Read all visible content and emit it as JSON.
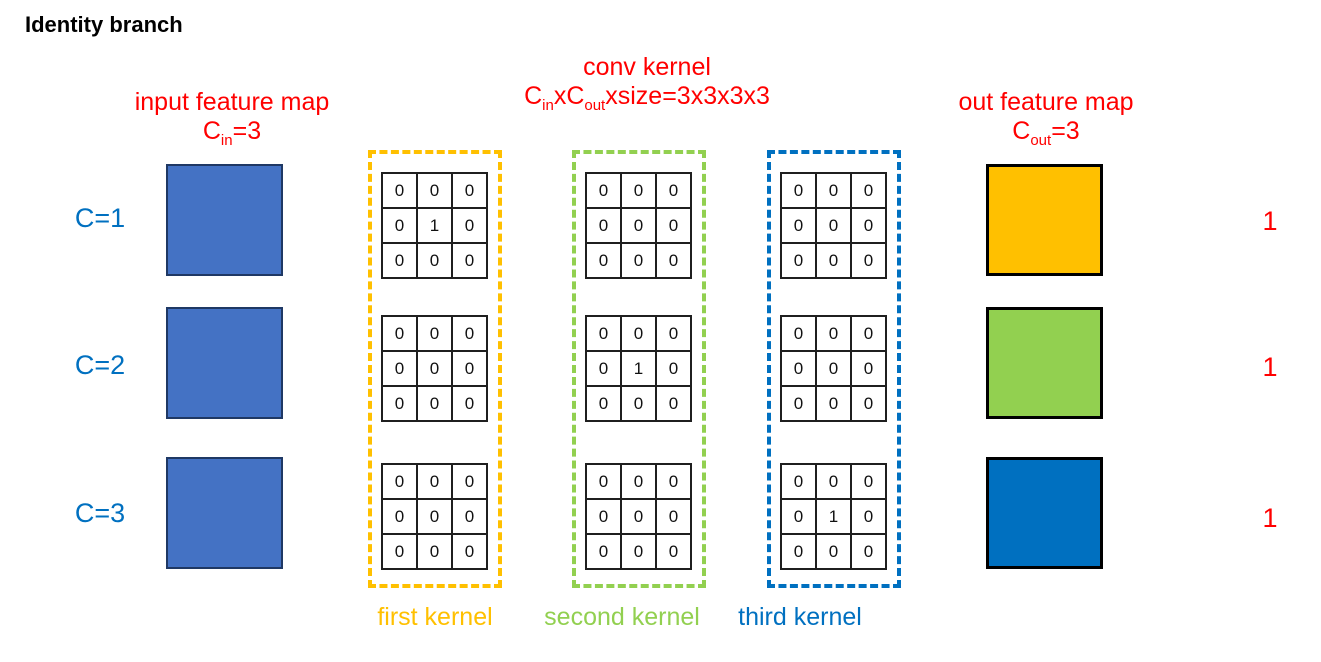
{
  "title": "Identity branch",
  "colors": {
    "red": "#FF0000",
    "channel_blue": "#0070C0",
    "input_fill": "#4472C4",
    "input_border": "#1F3864",
    "kernel_orange": "#FFC000",
    "kernel_green": "#92D050",
    "kernel_blue": "#0070C0",
    "grid_line": "#1F1F1F"
  },
  "headers": {
    "input": {
      "line1": "input feature map",
      "sym": "C",
      "sub": "in",
      "suffix": "=3"
    },
    "conv": {
      "line1": "conv kernel",
      "p1": "C",
      "s1": "in",
      "p2": "xC",
      "s2": "out",
      "p3": "xsize=3x3x3x3"
    },
    "output": {
      "line1": "out feature map",
      "sym": "C",
      "sub": "out",
      "suffix": "=3"
    }
  },
  "rows": [
    {
      "label": "C=1",
      "result": "1"
    },
    {
      "label": "C=2",
      "result": "1"
    },
    {
      "label": "C=3",
      "result": "1"
    }
  ],
  "kernels": [
    {
      "name": "first kernel",
      "color": "#FFC000",
      "grids": [
        [
          [
            "0",
            "0",
            "0"
          ],
          [
            "0",
            "1",
            "0"
          ],
          [
            "0",
            "0",
            "0"
          ]
        ],
        [
          [
            "0",
            "0",
            "0"
          ],
          [
            "0",
            "0",
            "0"
          ],
          [
            "0",
            "0",
            "0"
          ]
        ],
        [
          [
            "0",
            "0",
            "0"
          ],
          [
            "0",
            "0",
            "0"
          ],
          [
            "0",
            "0",
            "0"
          ]
        ]
      ]
    },
    {
      "name": "second kernel",
      "color": "#92D050",
      "grids": [
        [
          [
            "0",
            "0",
            "0"
          ],
          [
            "0",
            "0",
            "0"
          ],
          [
            "0",
            "0",
            "0"
          ]
        ],
        [
          [
            "0",
            "0",
            "0"
          ],
          [
            "0",
            "1",
            "0"
          ],
          [
            "0",
            "0",
            "0"
          ]
        ],
        [
          [
            "0",
            "0",
            "0"
          ],
          [
            "0",
            "0",
            "0"
          ],
          [
            "0",
            "0",
            "0"
          ]
        ]
      ]
    },
    {
      "name": "third kernel",
      "color": "#0070C0",
      "grids": [
        [
          [
            "0",
            "0",
            "0"
          ],
          [
            "0",
            "0",
            "0"
          ],
          [
            "0",
            "0",
            "0"
          ]
        ],
        [
          [
            "0",
            "0",
            "0"
          ],
          [
            "0",
            "0",
            "0"
          ],
          [
            "0",
            "0",
            "0"
          ]
        ],
        [
          [
            "0",
            "0",
            "0"
          ],
          [
            "0",
            "1",
            "0"
          ],
          [
            "0",
            "0",
            "0"
          ]
        ]
      ]
    }
  ]
}
